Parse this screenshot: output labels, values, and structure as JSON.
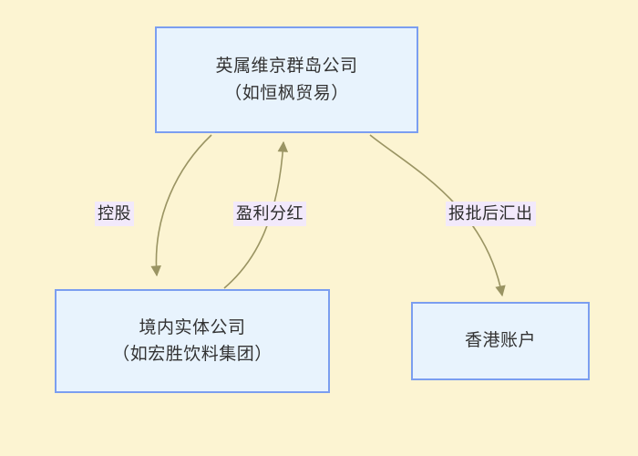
{
  "diagram": {
    "background_color": "#fcf4d2",
    "node_fill": "#e8f3fd",
    "node_border": "#7b9ef0",
    "edge_color": "#9a9463",
    "label_background": "#f2e9fb",
    "text_color": "#333333",
    "nodes": [
      {
        "id": "bvi",
        "line1": "英属维京群岛公司",
        "line2": "（如恒枫贸易）"
      },
      {
        "id": "domestic",
        "line1": "境内实体公司",
        "line2": "（如宏胜饮料集团）"
      },
      {
        "id": "hk",
        "line1": "香港账户",
        "line2": ""
      }
    ],
    "edges": [
      {
        "id": "control",
        "label": "控股",
        "from": "bvi",
        "to": "domestic",
        "direction": "down"
      },
      {
        "id": "dividend",
        "label": "盈利分红",
        "from": "domestic",
        "to": "bvi",
        "direction": "up"
      },
      {
        "id": "remit",
        "label": "报批后汇出",
        "from": "bvi",
        "to": "hk",
        "direction": "down"
      }
    ]
  }
}
